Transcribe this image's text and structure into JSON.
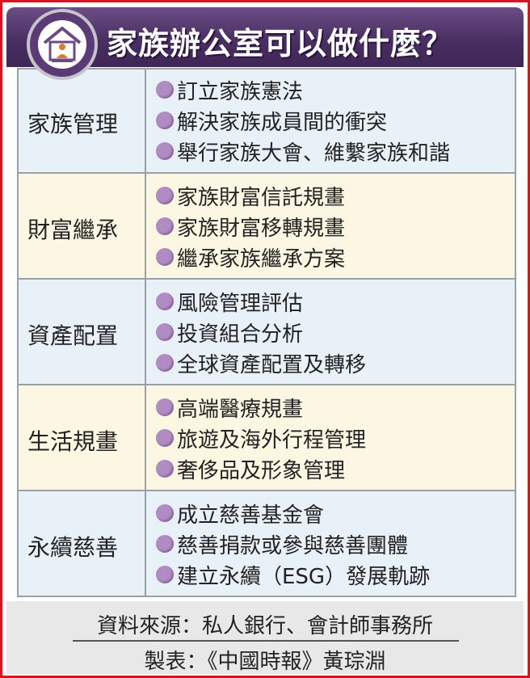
{
  "title": "家族辦公室可以做什麼？",
  "logo_icon": "house-person-icon",
  "rows": [
    {
      "category": "家族管理",
      "items": [
        "訂立家族憲法",
        "解決家族成員間的衝突",
        "舉行家族大會、維繫家族和諧"
      ]
    },
    {
      "category": "財富繼承",
      "items": [
        "家族財富信託規畫",
        "家族財富移轉規畫",
        "繼承家族繼承方案"
      ]
    },
    {
      "category": "資產配置",
      "items": [
        "風險管理評估",
        "投資組合分析",
        "全球資產配置及轉移"
      ]
    },
    {
      "category": "生活規畫",
      "items": [
        "高端醫療規畫",
        "旅遊及海外行程管理",
        "奢侈品及形象管理"
      ]
    },
    {
      "category": "永續慈善",
      "items": [
        "成立慈善基金會",
        "慈善捐款或參與慈善團體",
        "建立永續（ESG）發展軌跡"
      ]
    }
  ],
  "footer": {
    "source": "資料來源：私人銀行、會計師事務所",
    "maker": "製表：《中國時報》黃琮淵"
  },
  "colors": {
    "border": "#d9141e",
    "header": "#4a2f63",
    "bullet": "#b08cc2",
    "row_blue": "#e8f0f8",
    "row_cream": "#fbf7e2"
  }
}
